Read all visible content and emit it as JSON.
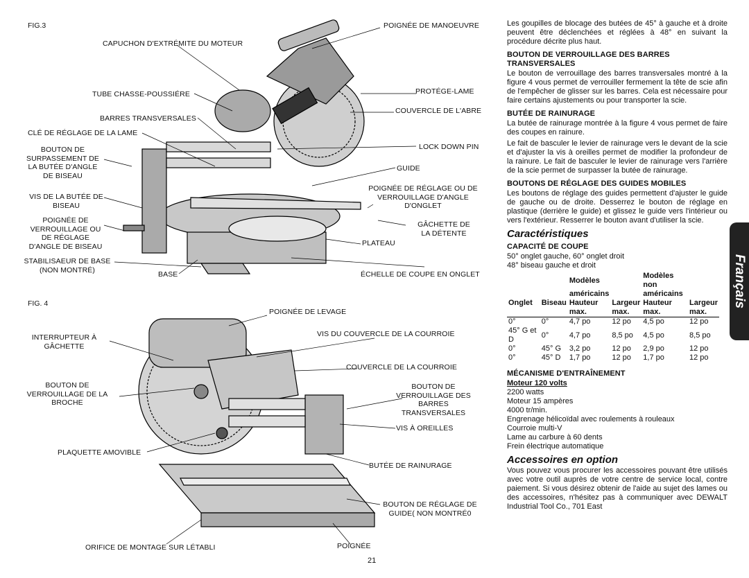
{
  "figure3": {
    "tag": "FIG.3",
    "labels": {
      "poignee_manoeuvre": "POIGNÉE DE MANOEUVRE",
      "capuchon": "CAPUCHON D'EXTRÉMITE DU MOTEUR",
      "tube": "TUBE CHASSE-POUSSIÉRE",
      "protege_lame": "PROTÉGE-LAME",
      "barres_transversales": "BARRES TRANSVERSALES",
      "couvercle_arbre": "COUVERCLE DE L'ABRE",
      "cle_reglage": "CLÉ DE RÉGLAGE DE LA LAME",
      "lock_down_pin": "LOCK DOWN PIN",
      "bouton_surpassement": "BOUTON DE\nSURPASSEMENT DE\nLA BUTÉE D'ANGLE\nDE BISEAU",
      "guide": "GUIDE",
      "poignee_reglage_onglet": "POIGNÉE DE RÉGLAGE OU DE\nVERROUILLAGE D'ANGLE\nD'ONGLET",
      "vis_butee_biseau": "VIS DE LA BUTÉE DE\nBISEAU",
      "poignee_verrouillage": "POIGNÉE DE\nVERROUILLAGE OU\nDE RÉGLAGE\nD'ANGLE DE BISEAU",
      "gachette": "GÂCHETTE DE\nLA DÉTENTE",
      "plateau": "PLATEAU",
      "stabilisateur": "STABILISAEUR DE BASE\n(NON MONTRÉ)",
      "base": "BASE",
      "echelle": "ÉCHELLE DE COUPE EN ONGLET"
    }
  },
  "figure4": {
    "tag": "FIG. 4",
    "labels": {
      "poignee_levage": "POIGNÉE DE LEVAGE",
      "interrupteur": "INTERRUPTEUR À\nGÂCHETTE",
      "vis_couvercle": "VIS DU COUVERCLE DE LA COURROIE",
      "couvercle_courroie": "COUVERCLE DE LA COURROIE",
      "bouton_broche": "BOUTON DE\nVERROUILLAGE DE LA\nBROCHE",
      "bouton_barres": "BOUTON DE\nVERROUILLAGE DES\nBARRES\nTRANSVERSALES",
      "vis_oreilles": "VIS À OREILLES",
      "plaquette": "PLAQUETTE AMOVIBLE",
      "butee_rainurage": "BUTÉE DE RAINURAGE",
      "bouton_guide": "BOUTON DE RÉGLAGE DE\nGUIDE( NON MONTRÉ0",
      "orifice": "ORIFICE DE MONTAGE SUR LÉTABLI",
      "poignee": "POIGNÉE"
    }
  },
  "text": {
    "intro": "Les goupilles de blocage des butées de 45° à gauche et à droite peuvent être déclenchées et réglées à 48° en suivant la procédure décrite plus haut.",
    "h_bouton_barres": "BOUTON DE VERROUILLAGE DES BARRES TRANSVERSALES",
    "p_bouton_barres": "Le bouton de verrouillage des barres transversales montré à la figure 4 vous permet de verrouiller fermement la tête de scie afin de l'empêcher de glisser sur les barres. Cela est nécessaire pour faire certains ajustements ou pour transporter la scie.",
    "h_butee": "BUTÉE DE RAINURAGE",
    "p_butee1": "La butée de rainurage montrée à la figure 4 vous permet de faire des coupes en rainure.",
    "p_butee2": "Le fait de basculer le levier de rainurage vers le devant de la scie et d'ajuster la vis à oreilles permet de modifier la profondeur de la rainure. Le fait de basculer le levier de rainurage vers l'arrière de la scie permet de surpasser la butée de rainurage.",
    "h_guides": "BOUTONS DE RÉGLAGE DES GUIDES MOBILES",
    "p_guides": "Les boutons de réglage des guides permettent d'ajuster le guide de gauche ou de droite. Desserrez le bouton de réglage en plastique (derrière le guide) et glissez le guide vers l'intérieur ou vers l'extérieur. Resserrer le bouton avant d'utiliser la scie.",
    "h_caracteristiques": "Caractéristiques",
    "h_capacite": "CAPACITÉ DE COUPE",
    "cap1": "50° onglet gauche, 60° onglet droit",
    "cap2": "48° biseau gauche et droit",
    "h_mecanisme": "MÉCANISME D'ENTRAÎNEMENT",
    "moteur": "Moteur 120 volts",
    "m1": "2200 watts",
    "m2": "Moteur 15 ampères",
    "m3": "4000 tr/min.",
    "m4": "Engrenage hélicoïdal avec roulements à rouleaux",
    "m5": "Courroie multi-V",
    "m6": "Lame au carbure à 60 dents",
    "m7": "Frein électrique automatique",
    "h_accessoires": "Accessoires en option",
    "p_accessoires": "Vous pouvez vous procurer les accessoires pouvant être utilisés avec votre outil auprès de votre centre de service local, contre paiement. Si vous désirez obtenir de l'aide au sujet des lames ou des accessoires, n'hésitez pas à communiquer avec DEWALT Industrial Tool Co., 701 East"
  },
  "table": {
    "h1": [
      "",
      "",
      "Modèles",
      "",
      "Modèles non",
      ""
    ],
    "h2": [
      "",
      "",
      "américains",
      "",
      "américains",
      ""
    ],
    "h3": [
      "Onglet",
      "Biseau",
      "Hauteur",
      "Largeur",
      "Hauteur",
      "Largeur"
    ],
    "h4": [
      "",
      "",
      "max.",
      "max.",
      "max.",
      "max."
    ],
    "rows": [
      [
        "0°",
        "0°",
        "4,7 po",
        "12 po",
        "4,5 po",
        "12 po"
      ],
      [
        "45° G et D",
        "0°",
        "4,7 po",
        "8,5 po",
        "4,5 po",
        "8,5 po"
      ],
      [
        "0°",
        "45° G",
        "3,2 po",
        "12 po",
        "2,9 po",
        "12 po"
      ],
      [
        "0°",
        "45° D",
        "1,7 po",
        "12 po",
        "1,7 po",
        "12 po"
      ]
    ]
  },
  "side_tab": "Français",
  "page_number": "21",
  "colors": {
    "tab": "#222222",
    "line": "#000000",
    "metal": "#d0d0d0"
  }
}
